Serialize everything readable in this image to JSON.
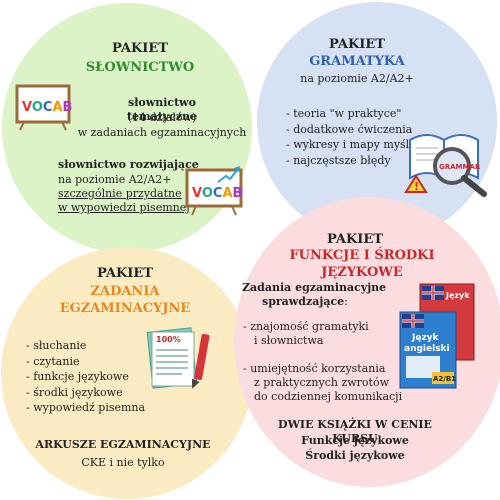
{
  "slownictwo": {
    "pakiet": "PAKIET",
    "title": "SŁOWNICTWO",
    "tematyczne_head": "słownictwo tematyczne",
    "tematyczne_sub": "(14 działów)",
    "tematyczne_desc": "w zadaniach egzaminacyjnych",
    "rozwijajace_head": "słownictwo rozwijające",
    "rozwijajace_level": "na poziomie A2/A2+",
    "rozwijajace_note1": "szczególnie przydatne",
    "rozwijajace_note2": "w wypowiedzi pisemnej",
    "vocab_word": "VOCAB"
  },
  "gramatyka": {
    "pakiet": "PAKIET",
    "title": "GRAMATYKA",
    "level": "na poziomie A2/A2+",
    "items": [
      "- teoria \"w praktyce\"",
      "- dodatkowe ćwiczenia",
      "- wykresy i mapy myśli",
      "- najczęstsze błędy"
    ],
    "magnifier_label": "GRAMMAR"
  },
  "zadania": {
    "pakiet": "PAKIET",
    "title1": "ZADANIA",
    "title2": "EGZAMINACYJNE",
    "items": [
      "- słuchanie",
      "- czytanie",
      "- funkcje językowe",
      "- środki językowe",
      "- wypowiedź pisemna"
    ],
    "arkusze": "ARKUSZE EGZAMINACYJNE",
    "cke": "CKE i nie tylko",
    "test_score": "100%"
  },
  "funkcje": {
    "pakiet": "PAKIET",
    "title": "FUNKCJE I ŚRODKI JĘZYKOWE",
    "intro1": "Zadania egzaminacyjne",
    "intro2": "sprawdzające",
    "intro2_colon": ":",
    "item1a": "- znajomość gramatyki",
    "item1b": "i słownictwa",
    "item2a": "- umiejętność korzystania",
    "item2b": "z praktycznych zwrotów",
    "item2c": "do codziennej komunikacji",
    "offer1": "DWIE KSIĄŻKI W CENIE KURSU",
    "offer2": "Funkcje językowe",
    "offer3": "Środki językowe",
    "book_title1": "Język",
    "book_title2": "angielski",
    "book_level": "A2/B1"
  }
}
